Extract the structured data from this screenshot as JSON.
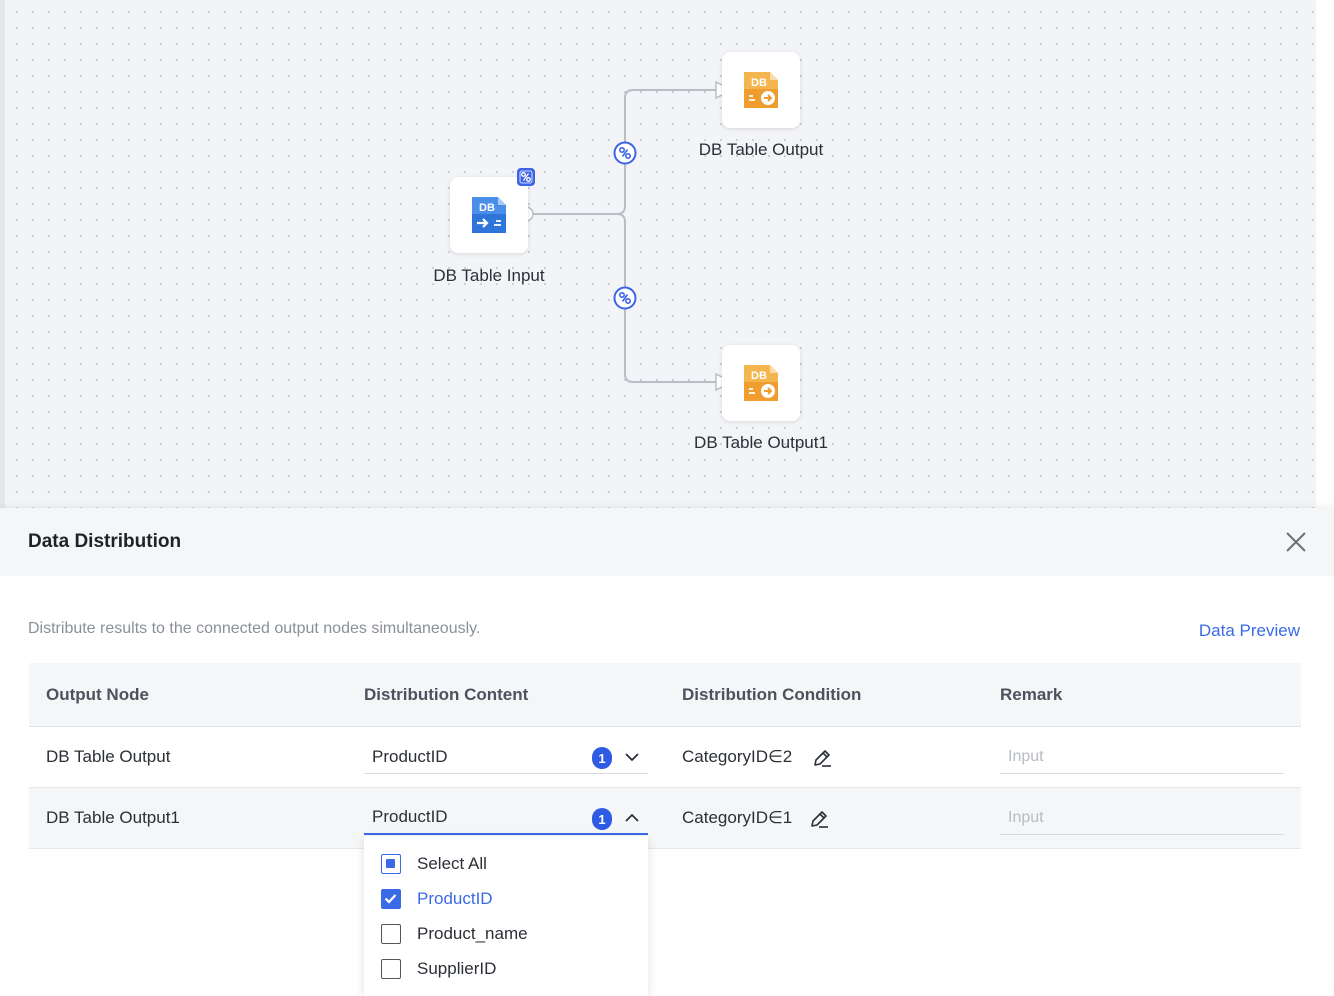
{
  "canvas": {
    "nodes": {
      "input": {
        "label": "DB Table Input",
        "icon": "db-input-icon",
        "color": "#3d7fe0"
      },
      "output1": {
        "label": "DB Table Output",
        "icon": "db-output-icon",
        "color": "#f0a23a"
      },
      "output2": {
        "label": "DB Table Output1",
        "icon": "db-output-icon",
        "color": "#f0a23a"
      }
    },
    "db_text": "DB",
    "accent": "#3d64e8"
  },
  "panel": {
    "title": "Data Distribution",
    "description": "Distribute results to the connected output nodes simultaneously.",
    "preview_link": "Data Preview",
    "close_icon": "close-icon"
  },
  "table": {
    "headers": [
      "Output Node",
      "Distribution Content",
      "Distribution Condition",
      "Remark"
    ],
    "rows": [
      {
        "output_node": "DB Table Output",
        "content": "ProductID",
        "count": "1",
        "condition": "CategoryID∈2",
        "remark_placeholder": "Input",
        "open": false
      },
      {
        "output_node": "DB Table Output1",
        "content": "ProductID",
        "count": "1",
        "condition": "CategoryID∈1",
        "remark_placeholder": "Input",
        "open": true
      }
    ]
  },
  "dropdown": {
    "options": [
      {
        "label": "Select All",
        "state": "indeterminate"
      },
      {
        "label": "ProductID",
        "state": "checked"
      },
      {
        "label": "Product_name",
        "state": "unchecked"
      },
      {
        "label": "SupplierID",
        "state": "unchecked"
      }
    ]
  },
  "colors": {
    "primary": "#3b6ae6",
    "badge": "#2d5be3",
    "header_bg": "#f5f6f8"
  }
}
